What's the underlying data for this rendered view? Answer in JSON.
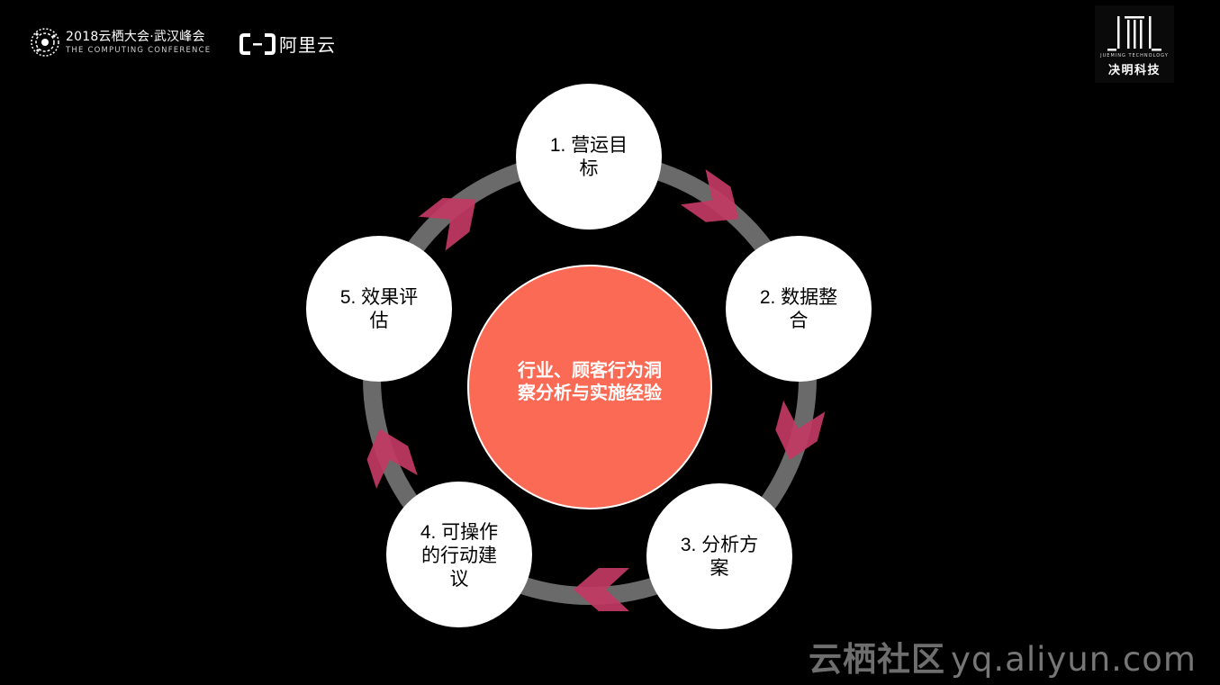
{
  "header": {
    "conference_title": "2018云栖大会·武汉峰会",
    "conference_subtitle": "THE COMPUTING CONFERENCE",
    "aliyun_label": "阿里云",
    "partner_sub": "JUEMING TECHNOLOGY",
    "partner_name": "决明科技"
  },
  "diagram": {
    "center": {
      "lines": [
        "行业、顾客行为洞",
        "察分析与实施经验"
      ]
    },
    "steps": [
      {
        "lines": [
          "1. 营运目",
          "标"
        ]
      },
      {
        "lines": [
          "2. 数据整",
          "合"
        ]
      },
      {
        "lines": [
          "3. 分析方",
          "案"
        ]
      },
      {
        "lines": [
          "4. 可操作",
          "的行动建",
          "议"
        ]
      },
      {
        "lines": [
          "5. 效果评",
          "估"
        ]
      }
    ],
    "colors": {
      "center_fill": "#fb6a55",
      "ring": "#6a6a6a",
      "node_fill": "#ffffff",
      "arrow": "#c23a63"
    }
  },
  "watermark": {
    "name": "云栖社区",
    "url": "yq.aliyun.com"
  }
}
